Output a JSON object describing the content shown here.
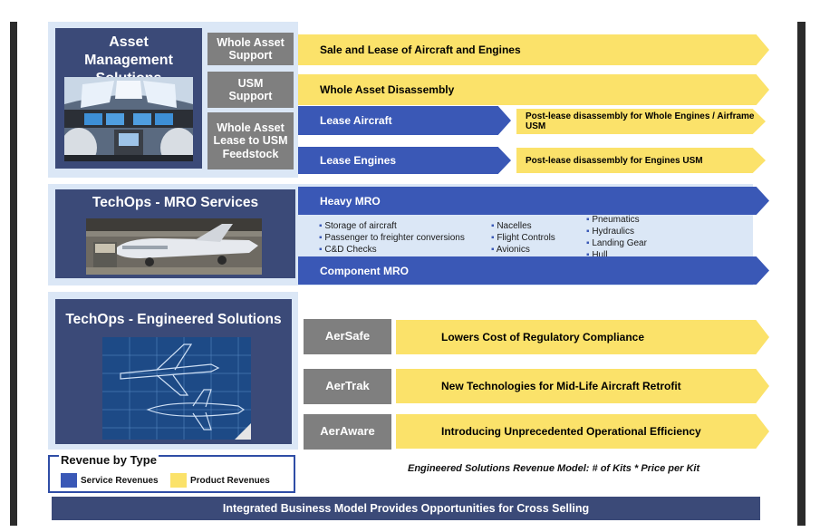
{
  "asset_mgmt": {
    "title": "Asset Management Solutions",
    "cat1": "Whole Asset Support",
    "cat2": "USM Support",
    "cat3": "Whole Asset Lease to USM Feedstock",
    "arrow1": "Sale and Lease of Aircraft and Engines",
    "arrow2": "Whole Asset Disassembly",
    "arrow3": "Lease Aircraft",
    "arrow3b": "Post-lease disassembly for Whole Engines / Airframe USM",
    "arrow4": "Lease Engines",
    "arrow4b": "Post-lease disassembly for Engines USM"
  },
  "mro": {
    "title": "TechOps - MRO Services",
    "heavy": "Heavy MRO",
    "component": "Component MRO",
    "col1": [
      "Storage of aircraft",
      "Passenger to freighter conversions",
      "C&D Checks"
    ],
    "col2": [
      "Nacelles",
      "Flight Controls",
      "Avionics"
    ],
    "col3": [
      "Pneumatics",
      "Hydraulics",
      "Landing Gear",
      "Hull"
    ]
  },
  "eng": {
    "title": "TechOps - Engineered Solutions",
    "products": [
      {
        "name": "AerSafe",
        "desc": "Lowers Cost of Regulatory Compliance"
      },
      {
        "name": "AerTrak",
        "desc": "New Technologies for Mid-Life Aircraft Retrofit"
      },
      {
        "name": "AerAware",
        "desc": "Introducing Unprecedented Operational Efficiency"
      }
    ],
    "model": "Engineered Solutions Revenue Model: # of Kits * Price per Kit"
  },
  "legend": {
    "title": "Revenue by Type",
    "service": "Service Revenues",
    "product": "Product Revenues",
    "service_color": "#3a58b6",
    "product_color": "#fbe26a"
  },
  "footer": "Integrated Business Model Provides Opportunities for Cross Selling"
}
